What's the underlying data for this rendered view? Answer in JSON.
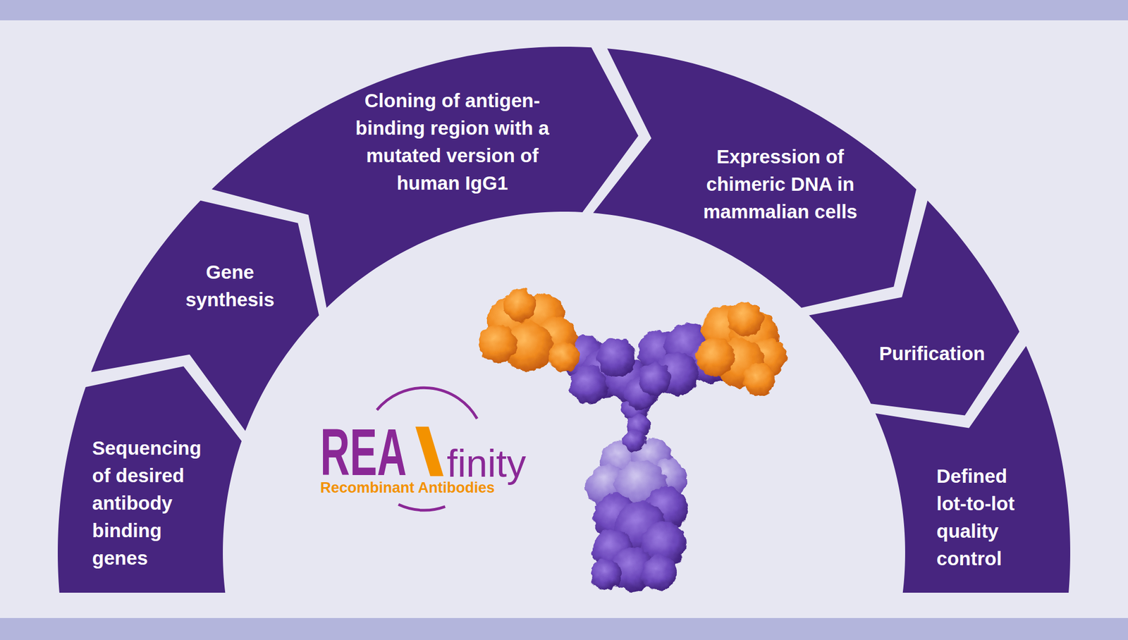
{
  "diagram": {
    "nodes": [
      {
        "text": [
          "Sequencing of desired antibody binding genes"
        ]
      },
      {
        "text": [
          "Gene synthesis"
        ]
      },
      {
        "text": [
          "Cloning of antigen-binding region with a mutated version of human IgG1"
        ]
      },
      {
        "text": [
          "Expression of chimeric DNA in mammalian cells"
        ]
      },
      {
        "text": [
          "Purification"
        ]
      },
      {
        "text": [
          "Defined lot-to-lot quality control"
        ]
      }
    ],
    "labels": [
      "REA",
      "finity",
      "Recombinant Antibodies"
    ]
  }
}
